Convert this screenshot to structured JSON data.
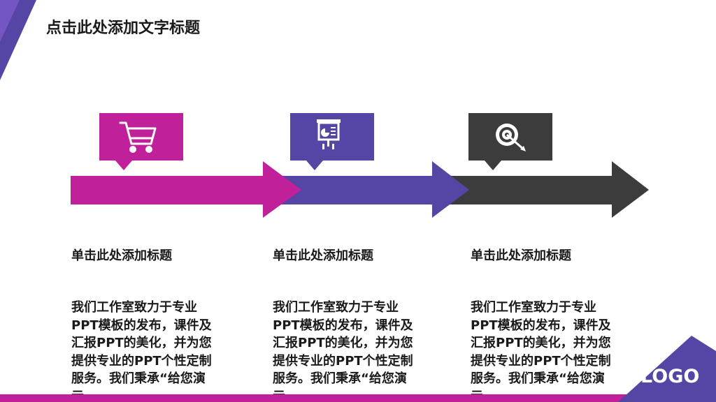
{
  "slide": {
    "title": "点击此处添加文字标题",
    "logo_text": "LOGO"
  },
  "colors": {
    "magenta": "#c0209a",
    "purple": "#5545a5",
    "dark": "#3c3c3c"
  },
  "icons": [
    "shopping-cart-icon",
    "presentation-board-icon",
    "target-icon"
  ],
  "columns": [
    {
      "heading": "单击此处添加标题",
      "body": "我们工作室致力于专业PPT模板的发布，课件及汇报PPT的美化，并为您提供专业的PPT个性定制服务。我们秉承“给您演示"
    },
    {
      "heading": "单击此处添加标题",
      "body": "我们工作室致力于专业PPT模板的发布，课件及汇报PPT的美化，并为您提供专业的PPT个性定制服务。我们秉承“给您演示"
    },
    {
      "heading": "单击此处添加标题",
      "body": "我们工作室致力于专业PPT模板的发布，课件及汇报PPT的美化，并为您提供专业的PPT个性定制服务。我们秉承“给您演示"
    }
  ]
}
